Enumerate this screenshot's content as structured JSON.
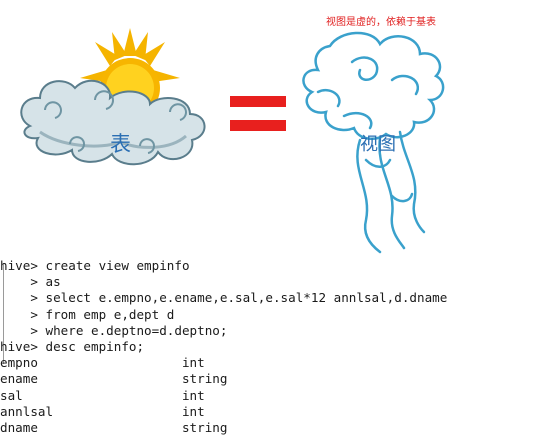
{
  "illustration": {
    "note": "视图是虚的，依赖于基表",
    "table_label": "表",
    "equals_icon": "equals-icon",
    "view_label": "视图",
    "colors": {
      "note": "#e01d1d",
      "equals": "#e8201e",
      "label": "#2b6fb3",
      "cloud_stroke": "#3aa1cc"
    }
  },
  "terminal": {
    "lines": [
      "hive> create view empinfo",
      "    > as",
      "    > select e.empno,e.ename,e.sal,e.sal*12 annlsal,d.dname",
      "    > from emp e,dept d",
      "    > where e.deptno=d.deptno;",
      "hive> desc empinfo;",
      "empno                   int",
      "ename                   string",
      "sal                     int",
      "annlsal                 int",
      "dname                   string"
    ]
  }
}
